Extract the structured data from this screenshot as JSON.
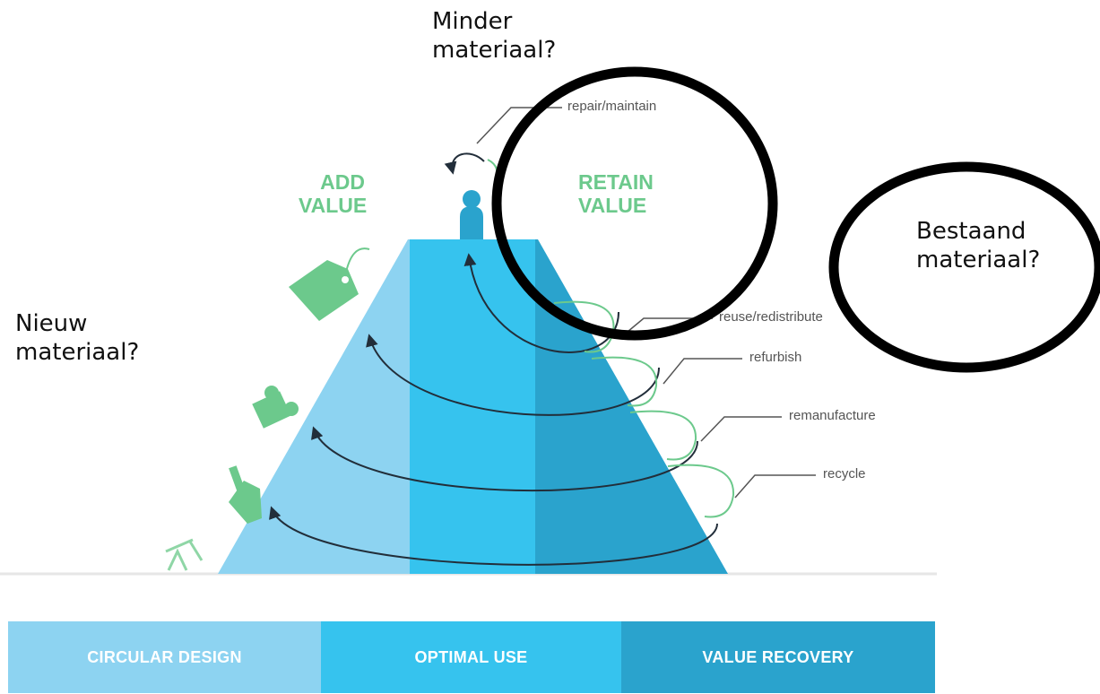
{
  "notes": {
    "minder": "Minder\nmateriaal?",
    "nieuw": "Nieuw\nmateriaal?",
    "bestaand": "Bestaand\nmateriaal?"
  },
  "value_labels": {
    "add": "ADD\nVALUE",
    "retain": "RETAIN\nVALUE"
  },
  "steps": [
    "repair/maintain",
    "reuse/redistribute",
    "refurbish",
    "remanufacture",
    "recycle"
  ],
  "bottom_bar": [
    "CIRCULAR DESIGN",
    "OPTIMAL USE",
    "VALUE RECOVERY"
  ],
  "icons": [
    "price-tag-icon",
    "puzzle-piece-icon",
    "factory-icon",
    "oil-pump-icon",
    "person-icon"
  ],
  "colors": {
    "light_blue": "#8dd3f1",
    "mid_blue": "#36c3ee",
    "dark_blue": "#2aa3cd",
    "green": "#6cc98c",
    "arrow": "#222e3a"
  }
}
